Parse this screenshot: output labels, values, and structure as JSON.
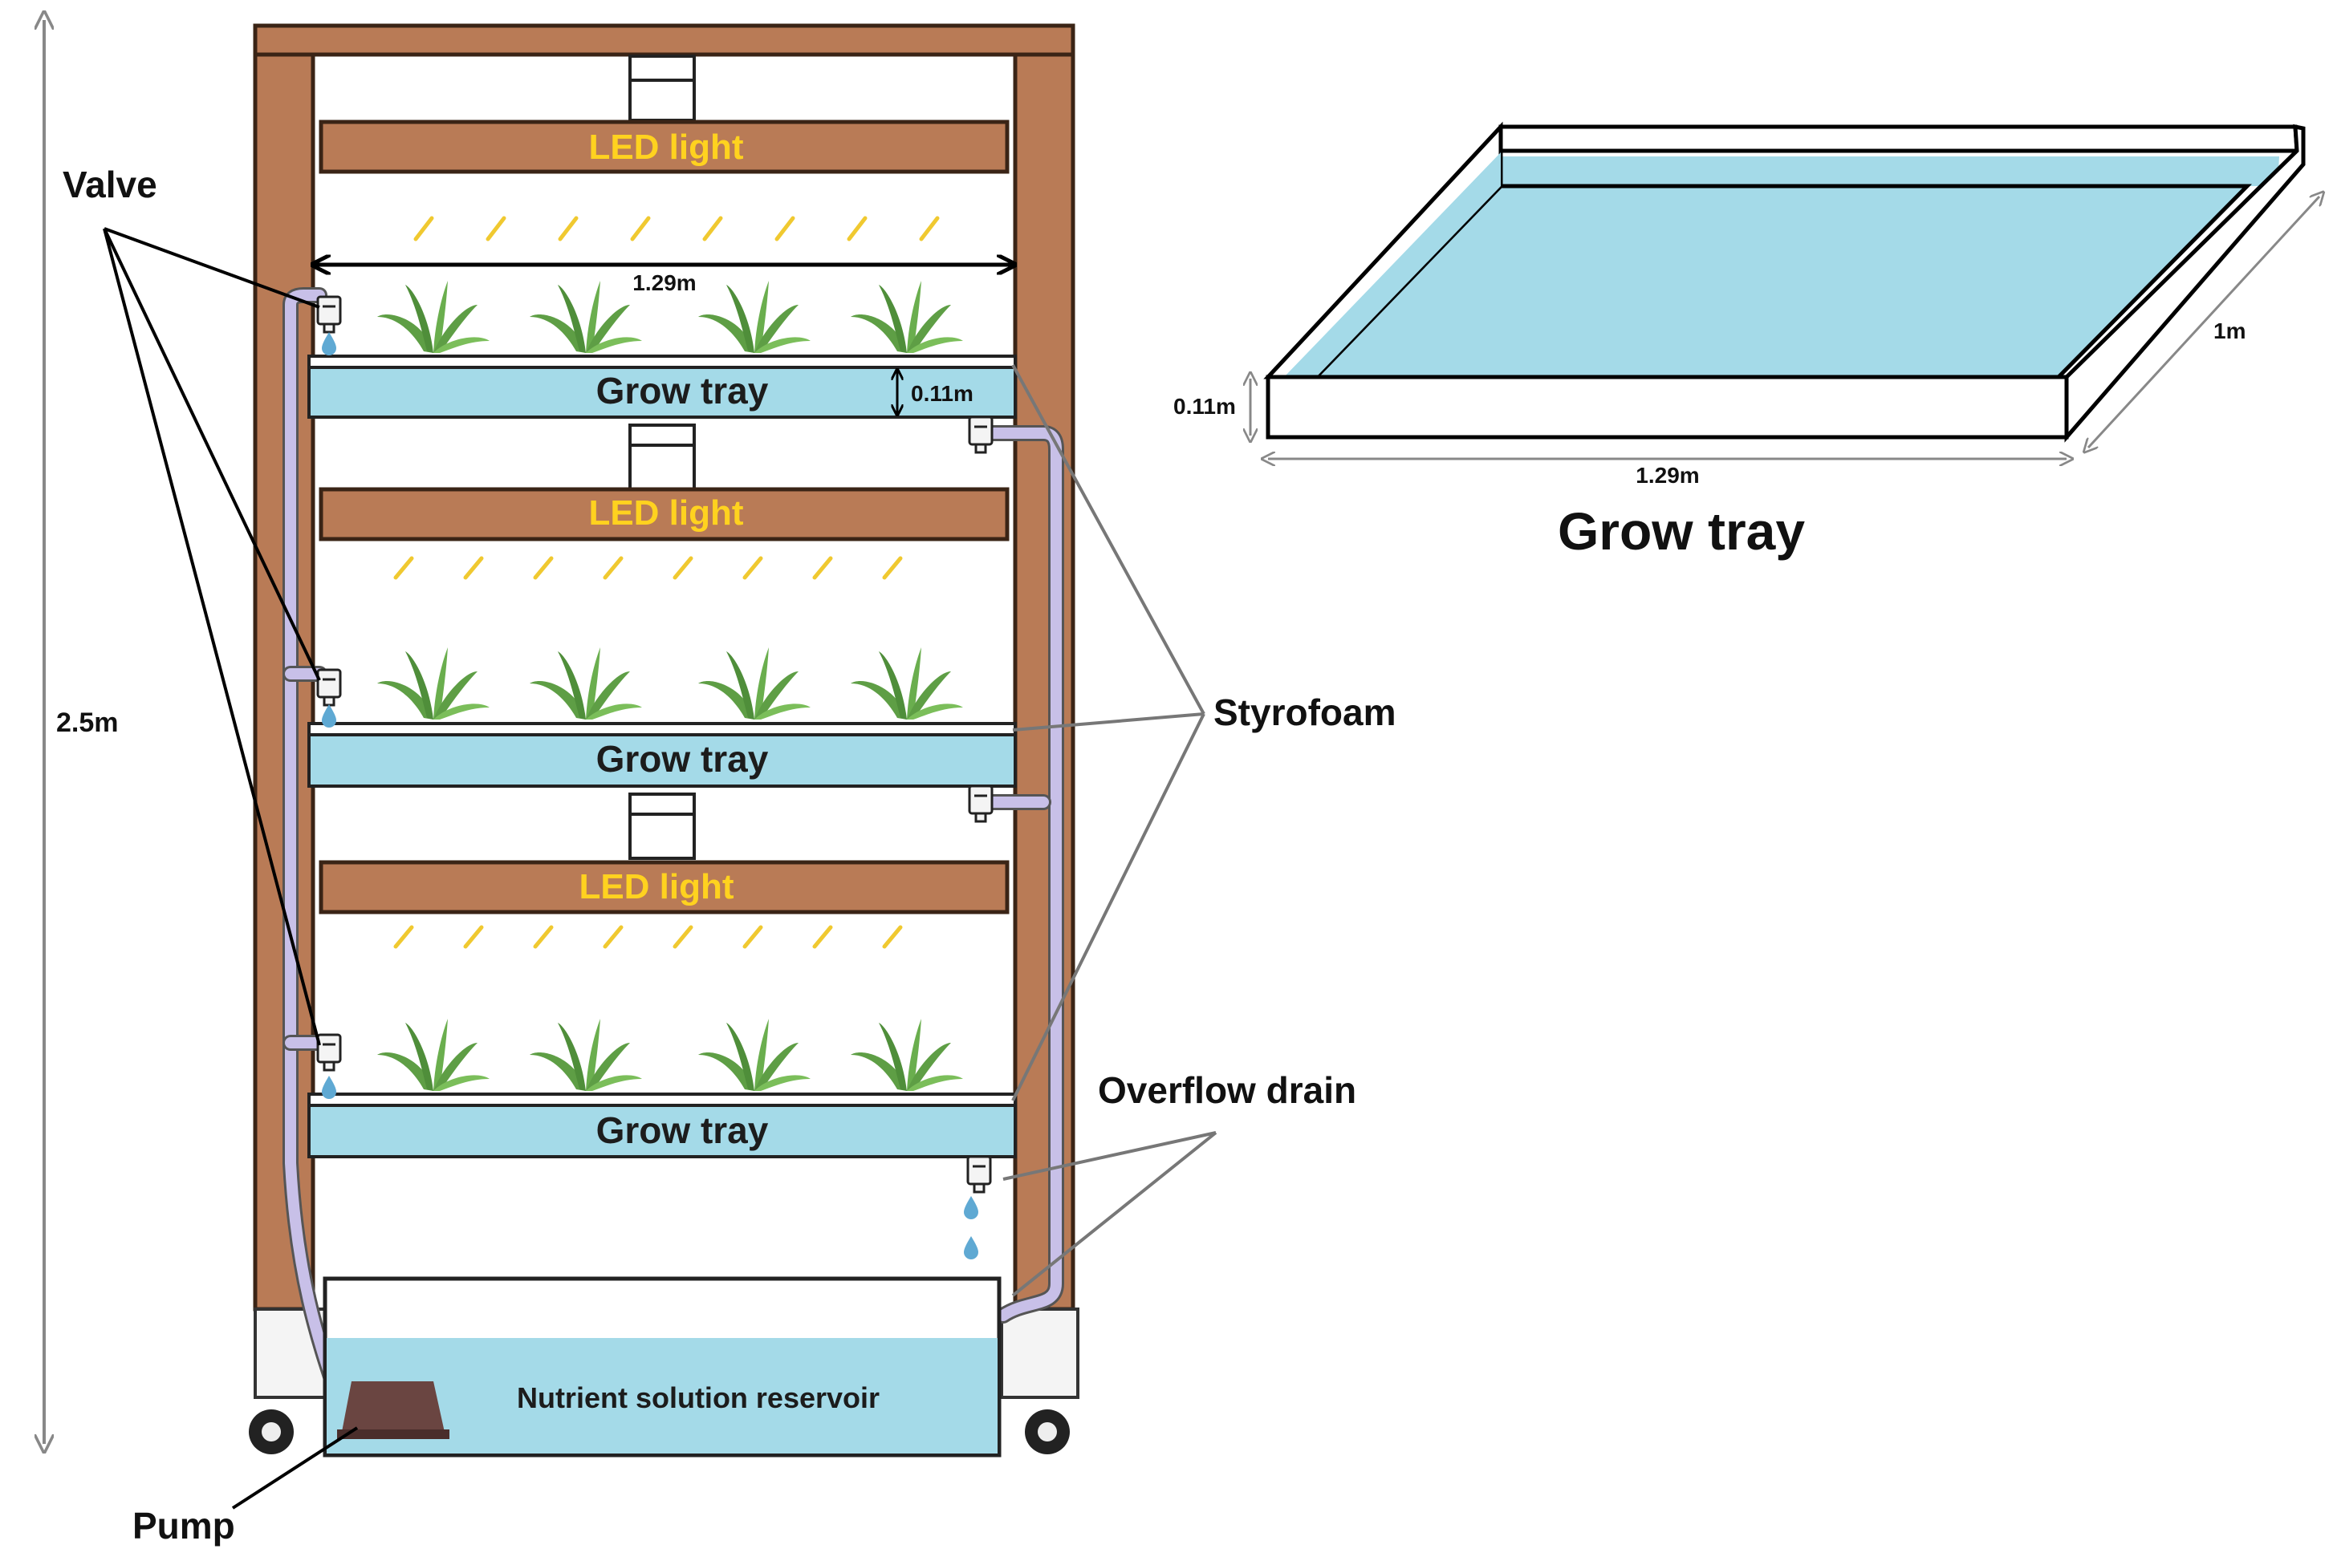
{
  "colors": {
    "wood": "#B97B56",
    "wood_dark": "#3a2416",
    "water": "#A4DAE8",
    "led_text": "#FFD21F",
    "pipe": "#C8C0E8",
    "plant": "#5E9E45",
    "pump": "#6A4541"
  },
  "rack": {
    "height_label": "2.5m",
    "width_label": "1.29m",
    "tray_depth_label": "0.11m",
    "led_labels": [
      "LED light",
      "LED light",
      "LED light"
    ],
    "tray_labels": [
      "Grow tray",
      "Grow tray",
      "Grow tray"
    ],
    "reservoir_label": "Nutrient solution reservoir"
  },
  "callouts": {
    "valve": "Valve",
    "styrofoam": "Styrofoam",
    "overflow_drain": "Overflow drain",
    "pump": "Pump"
  },
  "tray_3d": {
    "title": "Grow tray",
    "length_label": "1.29m",
    "width_label": "1m",
    "depth_label": "0.11m"
  }
}
